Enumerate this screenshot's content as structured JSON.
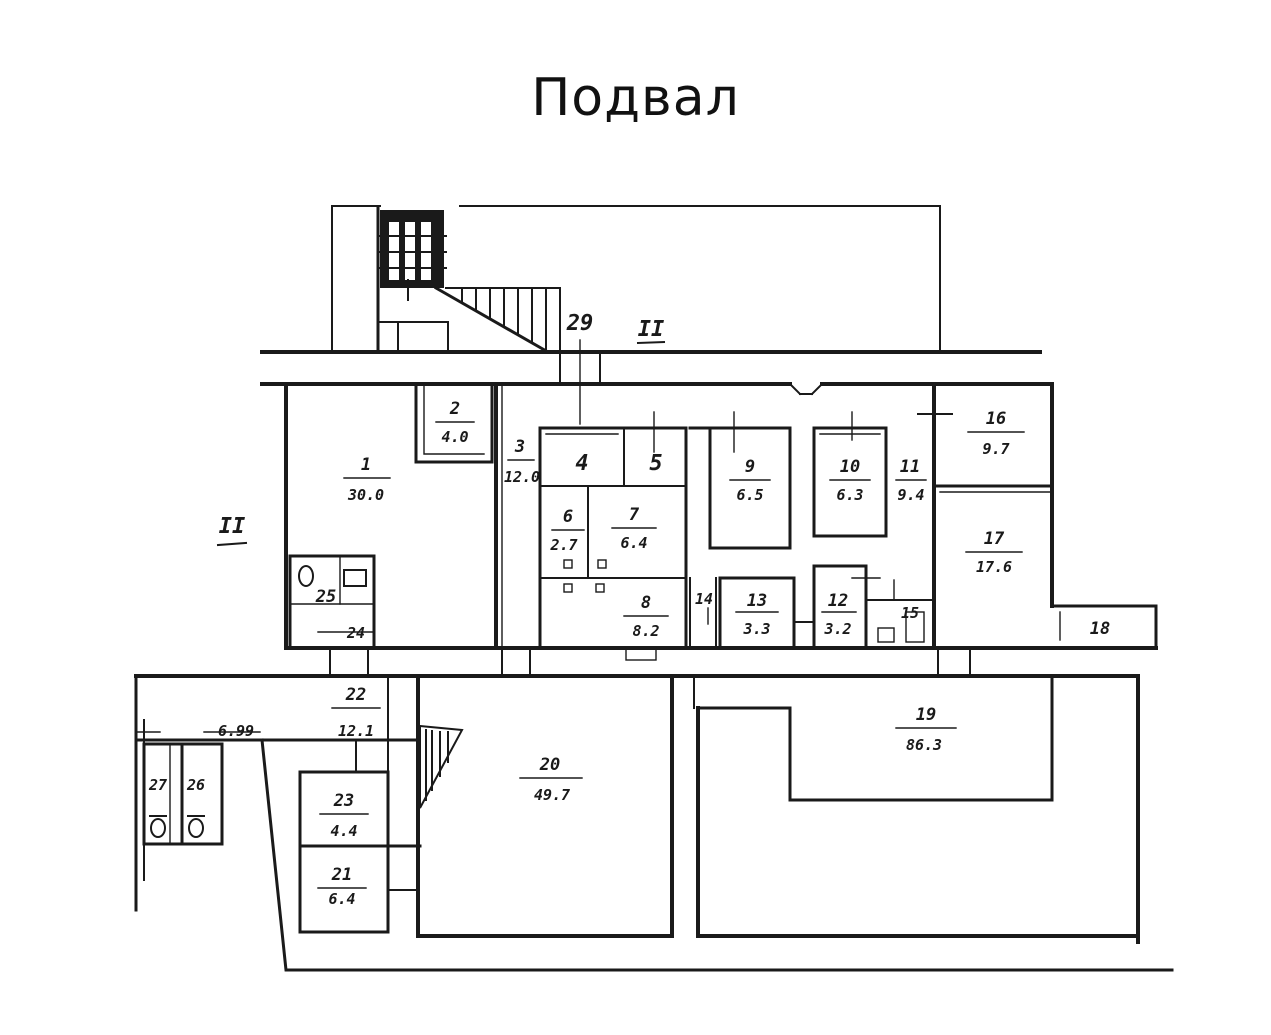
{
  "title": "Подвал",
  "section_marks": [
    "II",
    "II"
  ],
  "corridor_width": "6.99",
  "rooms": [
    {
      "id": "1",
      "num": "1",
      "area": "30.0"
    },
    {
      "id": "2",
      "num": "2",
      "area": "4.0"
    },
    {
      "id": "3",
      "num": "3",
      "area": "12.0"
    },
    {
      "id": "4",
      "num": "4",
      "area": ""
    },
    {
      "id": "5",
      "num": "5",
      "area": ""
    },
    {
      "id": "6",
      "num": "6",
      "area": "2.7"
    },
    {
      "id": "7",
      "num": "7",
      "area": "6.4"
    },
    {
      "id": "8",
      "num": "8",
      "area": "8.2"
    },
    {
      "id": "9",
      "num": "9",
      "area": "6.5"
    },
    {
      "id": "10",
      "num": "10",
      "area": "6.3"
    },
    {
      "id": "11",
      "num": "11",
      "area": "9.4"
    },
    {
      "id": "12",
      "num": "12",
      "area": "3.2"
    },
    {
      "id": "13",
      "num": "13",
      "area": "3.3"
    },
    {
      "id": "14",
      "num": "14",
      "area": ""
    },
    {
      "id": "15",
      "num": "15",
      "area": ""
    },
    {
      "id": "16",
      "num": "16",
      "area": "9.7"
    },
    {
      "id": "17",
      "num": "17",
      "area": "17.6"
    },
    {
      "id": "18",
      "num": "18",
      "area": ""
    },
    {
      "id": "19",
      "num": "19",
      "area": "86.3"
    },
    {
      "id": "20",
      "num": "20",
      "area": "49.7"
    },
    {
      "id": "21",
      "num": "21",
      "area": "6.4"
    },
    {
      "id": "22",
      "num": "22",
      "area": "12.1"
    },
    {
      "id": "23",
      "num": "23",
      "area": "4.4"
    },
    {
      "id": "24",
      "num": "24",
      "area": ""
    },
    {
      "id": "25",
      "num": "25",
      "area": ""
    },
    {
      "id": "26",
      "num": "26",
      "area": ""
    },
    {
      "id": "27",
      "num": "27",
      "area": ""
    },
    {
      "id": "29",
      "num": "29",
      "area": ""
    }
  ]
}
